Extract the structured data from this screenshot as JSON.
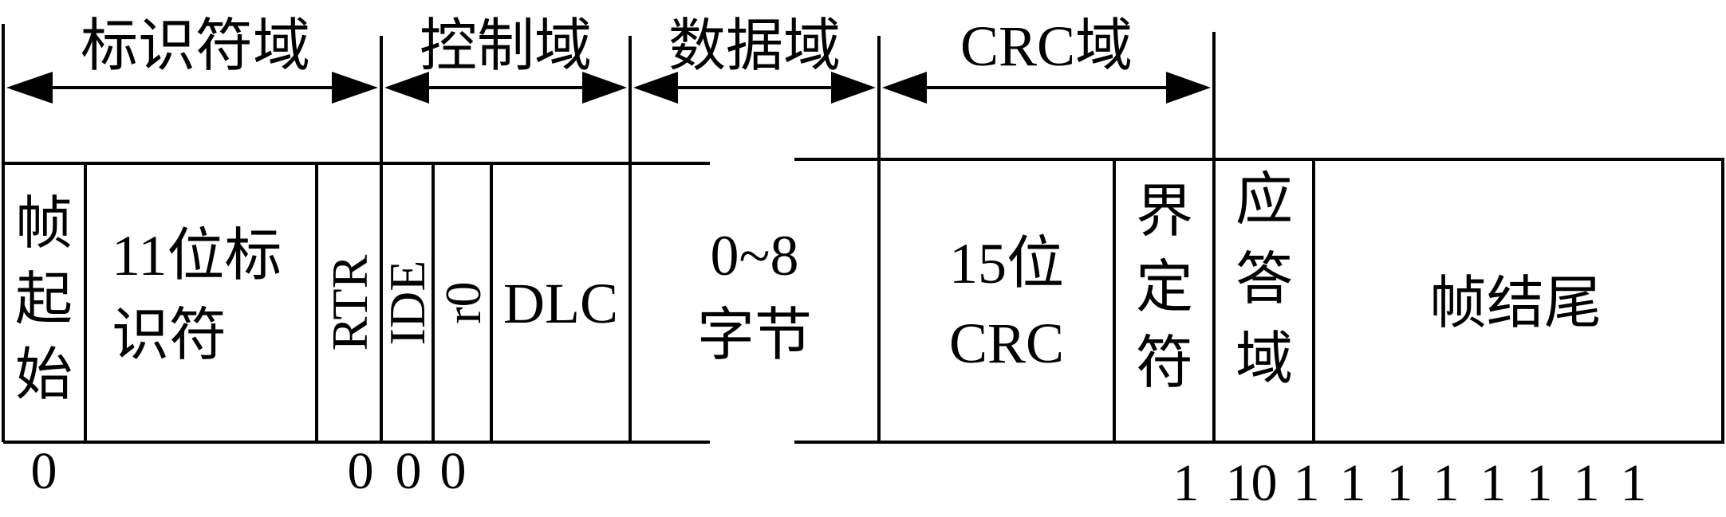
{
  "regions": {
    "identifier": "标识符域",
    "control": "控制域",
    "data": "数据域",
    "crc": "CRC域"
  },
  "fields": {
    "sof": [
      "帧",
      "起",
      "始"
    ],
    "identifier": [
      "11位标",
      "识符"
    ],
    "rtr": "RTR",
    "ide": "IDE",
    "r0": "r0",
    "dlc": "DLC",
    "data": [
      "0~8",
      "字节"
    ],
    "crc": [
      "15位",
      "CRC"
    ],
    "crc_delimiter": [
      "界",
      "定",
      "符"
    ],
    "ack": [
      "应",
      "答",
      "域"
    ],
    "eof": "帧结尾"
  },
  "bits": {
    "sof": "0",
    "rtr": "0",
    "ide": "0",
    "r0": "0",
    "crc_delimiter": "1",
    "ack_slot": "1",
    "ack_rest": "0",
    "ack_delimiter": "1",
    "eof": [
      "1",
      "1",
      "1",
      "1",
      "1",
      "1",
      "1"
    ]
  },
  "colors": {
    "line": "#000000",
    "background": "#ffffff"
  }
}
